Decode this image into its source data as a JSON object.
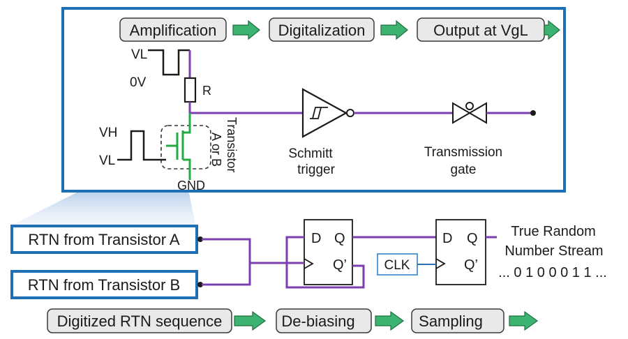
{
  "colors": {
    "frame_blue": "#1f6fb5",
    "wire_purple": "#7b3fb0",
    "wire_green": "#22aa44",
    "arrow_green": "#3cb371",
    "process_box_fill": "#e9e9e9"
  },
  "top_process": {
    "steps": [
      "Amplification",
      "Digitalization",
      "Output at VgL"
    ]
  },
  "circuit": {
    "vl_top": "VL",
    "zero_v": "0V",
    "resistor": "R",
    "vh": "VH",
    "vl_bottom": "VL",
    "gnd": "GND",
    "transistor_label_line1": "Transistor",
    "transistor_label_line2": "A or B",
    "schmitt_line1": "Schmitt",
    "schmitt_line2": "trigger",
    "tgate_line1": "Transmission",
    "tgate_line2": "gate"
  },
  "lower_circuit": {
    "input_a": "RTN from Transistor A",
    "input_b": "RTN from Transistor B",
    "ff1_d": "D",
    "ff1_q": "Q",
    "ff1_qbar": "Q’",
    "ff2_d": "D",
    "ff2_q": "Q",
    "ff2_qbar": "Q’",
    "clk": "CLK",
    "output_line1": "True Random",
    "output_line2": "Number Stream",
    "bit_stream": "... 0 1 0 0 0 1 1 ..."
  },
  "bottom_process": {
    "steps": [
      "Digitized RTN sequence",
      "De-biasing",
      "Sampling"
    ]
  }
}
